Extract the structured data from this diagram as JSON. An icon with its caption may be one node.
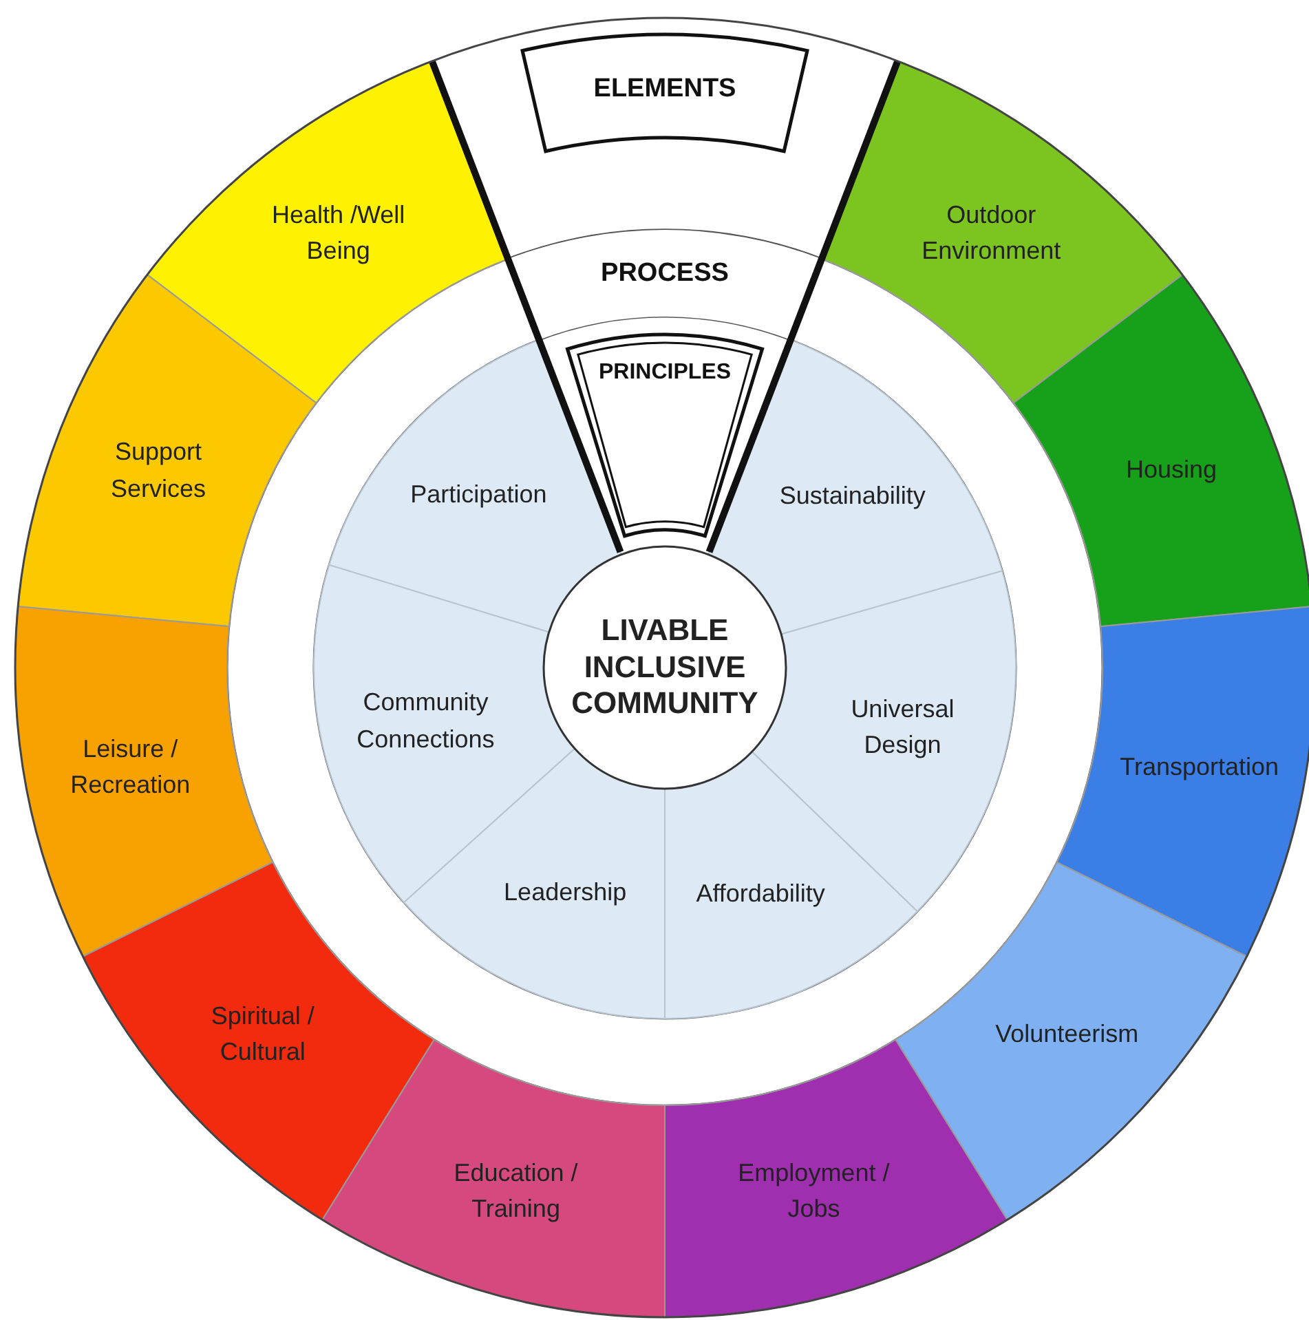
{
  "diagram": {
    "nodes": [
      {
        "text": [
          "ELEMENTS"
        ]
      },
      {
        "text": [
          "Health /Well Being"
        ]
      },
      {
        "text": [
          "Outdoor Environment"
        ]
      },
      {
        "text": [
          "PROCESS"
        ]
      },
      {
        "text": [
          "Support Services"
        ]
      },
      {
        "text": [
          "Housing"
        ]
      },
      {
        "text": [
          "PRINCIPLES"
        ]
      },
      {
        "text": [
          "Participation"
        ]
      },
      {
        "text": [
          "Sustainability"
        ]
      },
      {
        "text": [
          "LIVABLE INCLUSIVE COMMUNITY"
        ]
      },
      {
        "text": [
          "Community Connections"
        ]
      },
      {
        "text": [
          "Universal Design"
        ]
      },
      {
        "text": [
          "Leisure / Recreation"
        ]
      },
      {
        "text": [
          "Transportation"
        ]
      },
      {
        "text": [
          "Leadership"
        ]
      },
      {
        "text": [
          "Affordability"
        ]
      },
      {
        "text": [
          "Spiritual / Cultural"
        ]
      },
      {
        "text": [
          "Volunteerism"
        ]
      },
      {
        "text": [
          "Education / Training"
        ]
      },
      {
        "text": [
          "Employment / Jobs"
        ]
      }
    ]
  }
}
